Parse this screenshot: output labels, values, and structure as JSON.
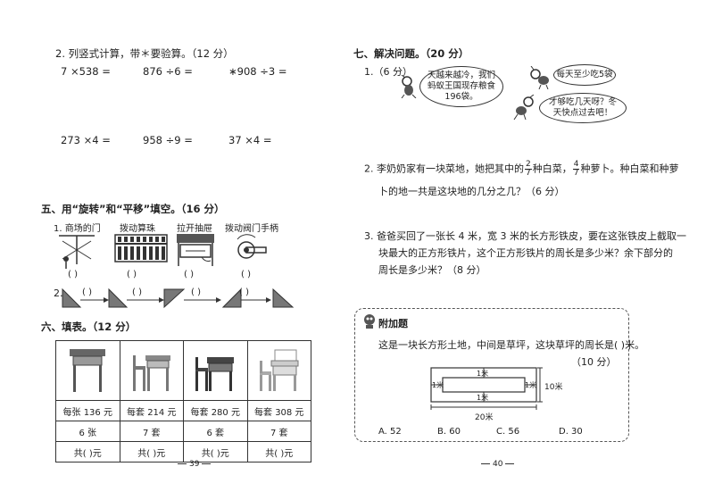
{
  "left_page": {
    "q2": {
      "title": "2. 列竖式计算，带＊要验算。（12 分）",
      "items": [
        "7 ×538 =",
        "876 ÷6 =",
        "∗908 ÷3 =",
        "273 ×4 =",
        "958 ÷9 =",
        "37 ×4 ="
      ]
    },
    "section5": {
      "title": "五、用“旋转”和“平移”填空。（16 分）",
      "pictures": [
        {
          "label": "1. 商场的门",
          "answer": "(    )"
        },
        {
          "label": "拨动算珠",
          "answer": "(    )"
        },
        {
          "label": "拉开抽屉",
          "answer": "(    )"
        },
        {
          "label": "拨动阀门手柄",
          "answer": "(    )"
        }
      ],
      "row2_label": "2.",
      "row2_answers": [
        "(    )",
        "(    )",
        "(    )",
        "(    )"
      ]
    },
    "section6": {
      "title": "六、填表。（12 分）",
      "prices": [
        "每张 136 元",
        "每套 214 元",
        "每套 280 元",
        "每套 308 元"
      ],
      "quantities": [
        "6 张",
        "7 套",
        "6 套",
        "7 套"
      ],
      "totals": [
        "共(        )元",
        "共(        )元",
        "共(        )元",
        "共(        )元"
      ]
    },
    "page_number": "39"
  },
  "right_page": {
    "section7": {
      "title": "七、解决问题。（20 分）",
      "q1": {
        "label": "1.（6 分）",
        "bubble1": "天越来越冷，我们蚂蚁王国现存粮食196袋。",
        "bubble2": "每天至少吃5袋",
        "bubble3": "才够吃几天呀？冬天快点过去吧！"
      },
      "q2": {
        "line1_a": "2. 李奶奶家有一块菜地，她把其中的",
        "frac1_num": "2",
        "frac1_den": "7",
        "line1_b": "种白菜，",
        "frac2_num": "4",
        "frac2_den": "7",
        "line1_c": "种萝卜。种白菜和种萝",
        "line2": "卜的地一共是这块地的几分之几？（6 分）"
      },
      "q3": {
        "line1": "3. 爸爸买回了一张长 4 米，宽 3 米的长方形铁皮，要在这张铁皮上截取一",
        "line2": "块最大的正方形铁片，这个正方形铁片的周长是多少米？余下部分的",
        "line3": "周长是多少米？（8 分）"
      }
    },
    "bonus": {
      "title": "附加题",
      "question": "这是一块长方形土地，中间是草坪，这块草坪的周长是(     )米。",
      "points": "（10 分）",
      "dim_top": "1米",
      "dim_left": "1米",
      "dim_right": "1米",
      "dim_bottom": "1米",
      "height": "10米",
      "width": "20米",
      "options": [
        "A. 52",
        "B. 60",
        "C. 56",
        "D. 30"
      ]
    },
    "page_number": "40"
  }
}
